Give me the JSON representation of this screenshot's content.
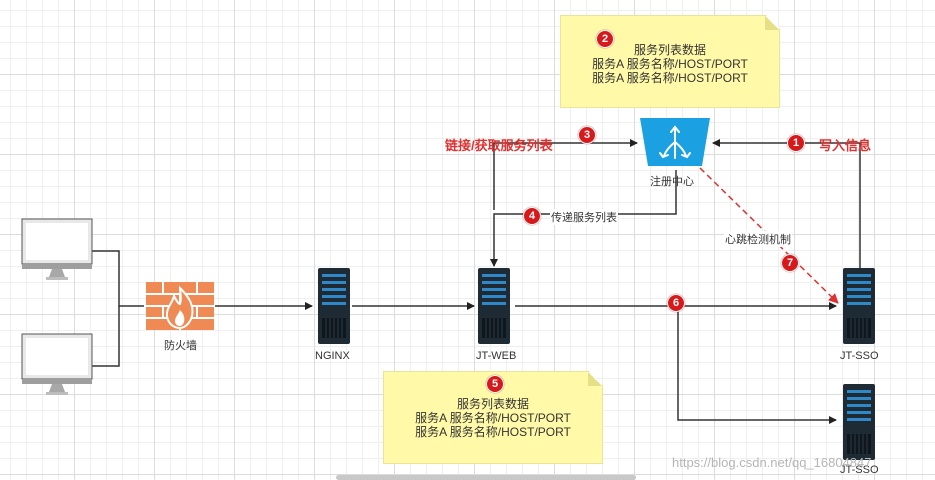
{
  "notes": {
    "top": {
      "badge": "2",
      "title": "服务列表数据",
      "line1": "服务A 服务名称/HOST/PORT",
      "line2": "服务A 服务名称/HOST/PORT"
    },
    "bottom": {
      "badge": "5",
      "title": "服务列表数据",
      "line1": "服务A 服务名称/HOST/PORT",
      "line2": "服务A 服务名称/HOST/PORT"
    }
  },
  "nodes": {
    "firewall": "防火墙",
    "nginx": "NGINX",
    "jt_web": "JT-WEB",
    "jt_sso_1": "JT-SSO",
    "jt_sso_2": "JT-SSO",
    "registry": "注册中心"
  },
  "edges": {
    "write_info": {
      "badge": "1",
      "label": "写入信息"
    },
    "fetch_list": {
      "badge": "3",
      "label": "链接/获取服务列表"
    },
    "pass_list": {
      "badge": "4",
      "label": "传递服务列表"
    },
    "route": {
      "badge": "6"
    },
    "heartbeat": {
      "badge": "7",
      "label": "心跳检测机制"
    }
  },
  "watermark": "https://blog.csdn.net/qq_16804847",
  "colors": {
    "badge": "#d7191c",
    "note_fill": "#fff9a8",
    "registry_blue": "#1ba1e2",
    "heartbeat_line": "#e03131",
    "firewall": "#f08a55"
  }
}
